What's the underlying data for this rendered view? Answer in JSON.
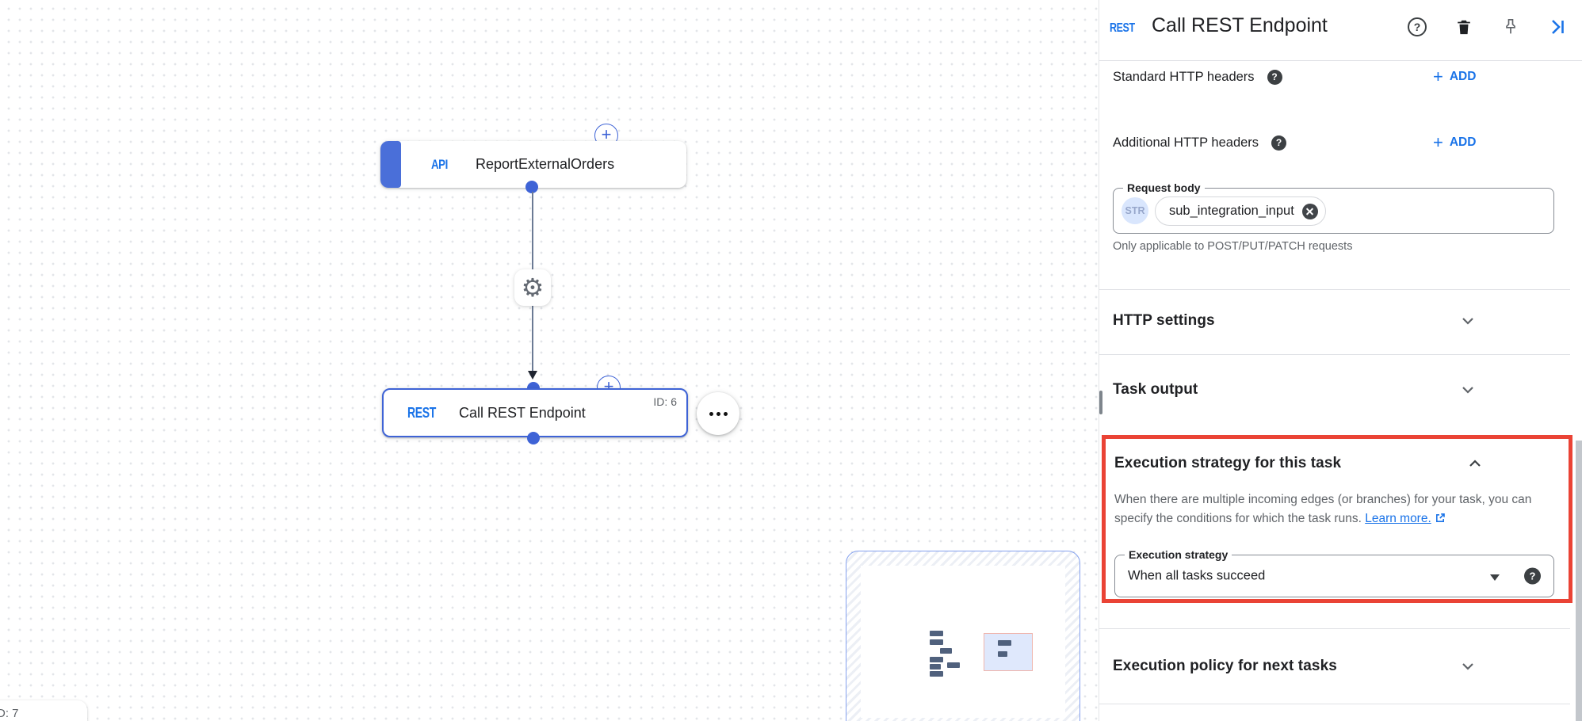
{
  "canvas": {
    "trigger_node": {
      "badge": "API",
      "label": "ReportExternalOrders"
    },
    "task_node": {
      "badge": "REST",
      "label": "Call REST Endpoint",
      "id_label": "ID: 6"
    },
    "partial_node": {
      "id_label": "D: 7"
    }
  },
  "panel": {
    "header": {
      "badge": "REST",
      "title": "Call REST Endpoint"
    },
    "standard_headers": {
      "label": "Standard HTTP headers",
      "action": "ADD"
    },
    "additional_headers": {
      "label": "Additional HTTP headers",
      "action": "ADD"
    },
    "request_body": {
      "label": "Request body",
      "type_badge": "STR",
      "variable_chip": "sub_integration_input",
      "helper": "Only applicable to POST/PUT/PATCH requests"
    },
    "http_settings": {
      "title": "HTTP settings"
    },
    "task_output": {
      "title": "Task output"
    },
    "execution_strategy": {
      "title": "Execution strategy for this task",
      "description": "When there are multiple incoming edges (or branches) for your task, you can specify the conditions for which the task runs.",
      "link_label": "Learn more.",
      "field_label": "Execution strategy",
      "field_value": "When all tasks succeed"
    },
    "execution_policy": {
      "title": "Execution policy for next tasks"
    }
  },
  "icons": {
    "help_outline": "?-circle-outline",
    "help_filled": "?-circle-filled",
    "delete": "trash",
    "pin": "pushpin",
    "collapse_panel": "chevron-right-to-bar",
    "add": "plus",
    "expand": "chevron-down",
    "collapse": "chevron-up",
    "dropdown": "caret-down",
    "gear": "⚙",
    "external_link": "open-in-new",
    "remove_chip": "x-circle"
  },
  "colors": {
    "accent_blue": "#1a73e8",
    "node_blue": "#3e63d6",
    "highlight_red": "#ea4335",
    "text_primary": "#202124",
    "text_secondary": "#5f6368"
  }
}
